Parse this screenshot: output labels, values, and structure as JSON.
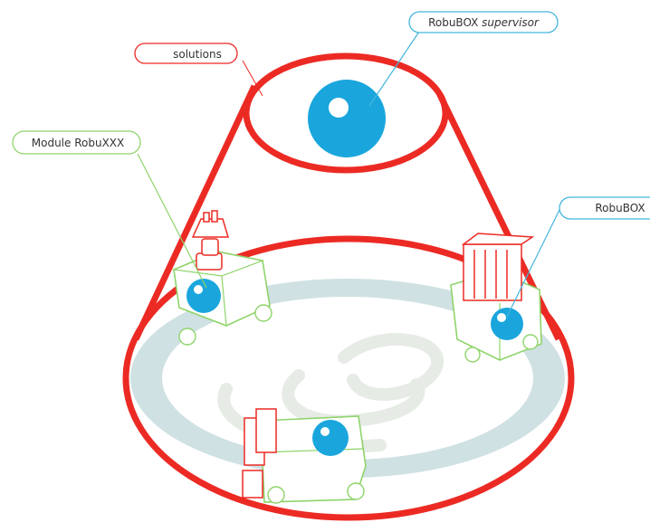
{
  "labels": {
    "supervisor_main": "RobuBOX",
    "supervisor_italic": "supervisor",
    "solutions": "solutions",
    "module": "Module RobuXXX",
    "robubox": "RobuBOX"
  },
  "colors": {
    "cone_red": "#ec2a24",
    "module_green": "#8ed46a",
    "callout_cyan": "#45b6dc",
    "eye_blue": "#1aa6dd",
    "floor_teal": "#cfe1e3",
    "swirl_gray": "#e7ebe6"
  },
  "icons": {
    "supervisor": "eye-icon",
    "robots": [
      "arm-robot-icon",
      "gripper-robot-icon",
      "box-robot-icon"
    ]
  }
}
